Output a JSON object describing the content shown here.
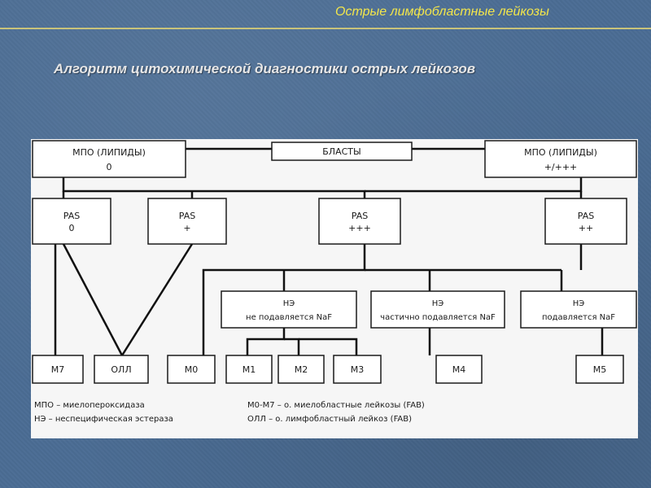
{
  "header": {
    "title": "Острые лимфобластные лейкозы",
    "subtitle": "Алгоритм цитохимической диагностики острых лейкозов"
  },
  "diagram": {
    "nodes": {
      "mpo_left": {
        "line1": "МПО (ЛИПИДЫ)",
        "line2": "0"
      },
      "blasts": {
        "line1": "БЛАСТЫ"
      },
      "mpo_right": {
        "line1": "МПО (ЛИПИДЫ)",
        "line2": "+/+++"
      },
      "pas_0": {
        "line1": "PAS",
        "line2": "0"
      },
      "pas_plus": {
        "line1": "PAS",
        "line2": "+"
      },
      "pas_plus3": {
        "line1": "PAS",
        "line2": "+++"
      },
      "pas_plus2": {
        "line1": "PAS",
        "line2": "++"
      },
      "ne_not": {
        "line1": "НЭ",
        "line2": "не подавляется NaF"
      },
      "ne_partial": {
        "line1": "НЭ",
        "line2": "частично подавляется NaF"
      },
      "ne_supp": {
        "line1": "НЭ",
        "line2": "подавляется NaF"
      },
      "m7": {
        "line1": "М7"
      },
      "oll": {
        "line1": "ОЛЛ"
      },
      "m0": {
        "line1": "М0"
      },
      "m1": {
        "line1": "М1"
      },
      "m2": {
        "line1": "М2"
      },
      "m3": {
        "line1": "М3"
      },
      "m4": {
        "line1": "М4"
      },
      "m5": {
        "line1": "М5"
      }
    },
    "legend": [
      "МПО – миелопероксидаза",
      "НЭ – неспецифическая эстераза",
      "М0-М7 – о. миелобластные лейкозы (FAB)",
      "ОЛЛ – о. лимфобластный лейкоз (FAB)"
    ]
  }
}
